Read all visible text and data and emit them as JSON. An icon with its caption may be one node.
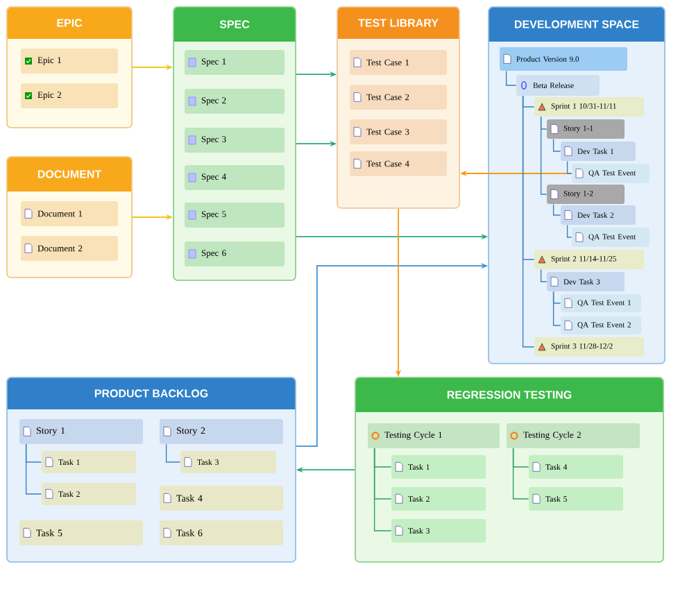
{
  "diagram": {
    "nodes": [
      {
        "text": [
          "EPIC"
        ]
      },
      {
        "text": [
          "Epic 1"
        ],
        "in": 0
      },
      {
        "text": [
          "Epic 2"
        ],
        "in": 0
      },
      {
        "text": [
          "DOCUMENT"
        ]
      },
      {
        "text": [
          "Document 1"
        ],
        "in": 3
      },
      {
        "text": [
          "Document 2"
        ],
        "in": 3
      },
      {
        "text": [
          "SPEC"
        ]
      },
      {
        "text": [
          "Spec 1"
        ],
        "in": 6
      },
      {
        "text": [
          "Spec 2"
        ],
        "in": 6
      },
      {
        "text": [
          "Spec 3"
        ],
        "in": 6
      },
      {
        "text": [
          "Spec 4"
        ],
        "in": 6
      },
      {
        "text": [
          "Spec 5"
        ],
        "in": 6
      },
      {
        "text": [
          "Spec 6"
        ],
        "in": 6
      },
      {
        "text": [
          "TEST LIBRARY"
        ]
      },
      {
        "text": [
          "Test Case 1"
        ],
        "in": 13
      },
      {
        "text": [
          "Test Case 2"
        ],
        "in": 13
      },
      {
        "text": [
          "Test Case 3"
        ],
        "in": 13
      },
      {
        "text": [
          "Test Case 4"
        ],
        "in": 13
      },
      {
        "text": [
          "DEVELOPMENT SPACE"
        ]
      },
      {
        "text": [
          "Product Version 9.0"
        ],
        "in": 18
      },
      {
        "text": [
          "Beta Release"
        ],
        "in": 18
      },
      {
        "text": [
          "Sprint 1 10/31-11/11"
        ],
        "in": 18
      },
      {
        "text": [
          "Story 1-1"
        ],
        "in": 18
      },
      {
        "text": [
          "Dev Task 1"
        ],
        "in": 18
      },
      {
        "text": [
          "QA Test Event"
        ],
        "in": 18
      },
      {
        "text": [
          "Story 1-2"
        ],
        "in": 18
      },
      {
        "text": [
          "Dev Task 2"
        ],
        "in": 18
      },
      {
        "text": [
          "QA Test Event"
        ],
        "in": 18
      },
      {
        "text": [
          "Sprint 2 11/14-11/25"
        ],
        "in": 18
      },
      {
        "text": [
          "Dev Task 3"
        ],
        "in": 18
      },
      {
        "text": [
          "QA Test Event 1"
        ],
        "in": 18
      },
      {
        "text": [
          "QA Test Event 2"
        ],
        "in": 18
      },
      {
        "text": [
          "Sprint 3 11/28-12/2"
        ],
        "in": 18
      },
      {
        "text": [
          "PRODUCT BACKLOG"
        ]
      },
      {
        "text": [
          "Story 1"
        ],
        "in": 33
      },
      {
        "text": [
          "Task 1"
        ],
        "in": 33
      },
      {
        "text": [
          "Task 2"
        ],
        "in": 33
      },
      {
        "text": [
          "Task 5"
        ],
        "in": 33
      },
      {
        "text": [
          "Story 2"
        ],
        "in": 33
      },
      {
        "text": [
          "Task 3"
        ],
        "in": 33
      },
      {
        "text": [
          "Task 4"
        ],
        "in": 33
      },
      {
        "text": [
          "Task 6"
        ],
        "in": 33
      },
      {
        "text": [
          "REGRESSION TESTING"
        ]
      },
      {
        "text": [
          "Testing Cycle 1"
        ],
        "in": 42
      },
      {
        "text": [
          "Task 1"
        ],
        "in": 42
      },
      {
        "text": [
          "Task 2"
        ],
        "in": 42
      },
      {
        "text": [
          "Task 3"
        ],
        "in": 42
      },
      {
        "text": [
          "Testing Cycle 2"
        ],
        "in": 42
      },
      {
        "text": [
          "Task 4"
        ],
        "in": 42
      },
      {
        "text": [
          "Task 5"
        ],
        "in": 42
      }
    ],
    "edges": [
      {
        "from": 0,
        "to": 6,
        "arrow": "to",
        "color": "#f5c518"
      },
      {
        "from": 3,
        "to": 6,
        "arrow": "to",
        "color": "#f5c518"
      },
      {
        "from": 6,
        "to": 13,
        "arrow": "to",
        "color": "#2aa876"
      },
      {
        "from": 6,
        "to": 13,
        "arrow": "to",
        "color": "#2aa876"
      },
      {
        "from": 6,
        "to": 18,
        "arrow": "to",
        "color": "#2aa876"
      },
      {
        "from": 33,
        "to": 18,
        "arrow": "to",
        "color": "#3d8fd1"
      },
      {
        "from": 24,
        "to": 13,
        "arrow": "to",
        "color": "#f39c12"
      },
      {
        "from": 13,
        "to": 42,
        "arrow": "to",
        "color": "#f39c12"
      },
      {
        "from": 42,
        "to": 33,
        "arrow": "to",
        "color": "#2aa876"
      },
      {
        "from": 19,
        "to": 20,
        "arrow": "none",
        "color": "#3d7fbf"
      },
      {
        "from": 20,
        "to": 21,
        "arrow": "none",
        "color": "#3d7fbf"
      },
      {
        "from": 20,
        "to": 28,
        "arrow": "none",
        "color": "#3d7fbf"
      },
      {
        "from": 20,
        "to": 32,
        "arrow": "none",
        "color": "#3d7fbf"
      },
      {
        "from": 21,
        "to": 22,
        "arrow": "none",
        "color": "#3d7fbf"
      },
      {
        "from": 21,
        "to": 25,
        "arrow": "none",
        "color": "#3d7fbf"
      },
      {
        "from": 22,
        "to": 23,
        "arrow": "none",
        "color": "#3d7fbf"
      },
      {
        "from": 23,
        "to": 24,
        "arrow": "none",
        "color": "#3d7fbf"
      },
      {
        "from": 25,
        "to": 26,
        "arrow": "none",
        "color": "#3d7fbf"
      },
      {
        "from": 26,
        "to": 27,
        "arrow": "none",
        "color": "#3d7fbf"
      },
      {
        "from": 28,
        "to": 29,
        "arrow": "none",
        "color": "#3d7fbf"
      },
      {
        "from": 29,
        "to": 30,
        "arrow": "none",
        "color": "#3d7fbf"
      },
      {
        "from": 29,
        "to": 31,
        "arrow": "none",
        "color": "#3d7fbf"
      },
      {
        "from": 34,
        "to": 35,
        "arrow": "none",
        "color": "#3d7fbf"
      },
      {
        "from": 34,
        "to": 36,
        "arrow": "none",
        "color": "#3d7fbf"
      },
      {
        "from": 38,
        "to": 39,
        "arrow": "none",
        "color": "#3d7fbf"
      },
      {
        "from": 43,
        "to": 44,
        "arrow": "none",
        "color": "#2e9e5a"
      },
      {
        "from": 43,
        "to": 45,
        "arrow": "none",
        "color": "#2e9e5a"
      },
      {
        "from": 43,
        "to": 46,
        "arrow": "none",
        "color": "#2e9e5a"
      },
      {
        "from": 47,
        "to": 48,
        "arrow": "none",
        "color": "#2e9e5a"
      },
      {
        "from": 47,
        "to": 49,
        "arrow": "none",
        "color": "#2e9e5a"
      }
    ]
  }
}
